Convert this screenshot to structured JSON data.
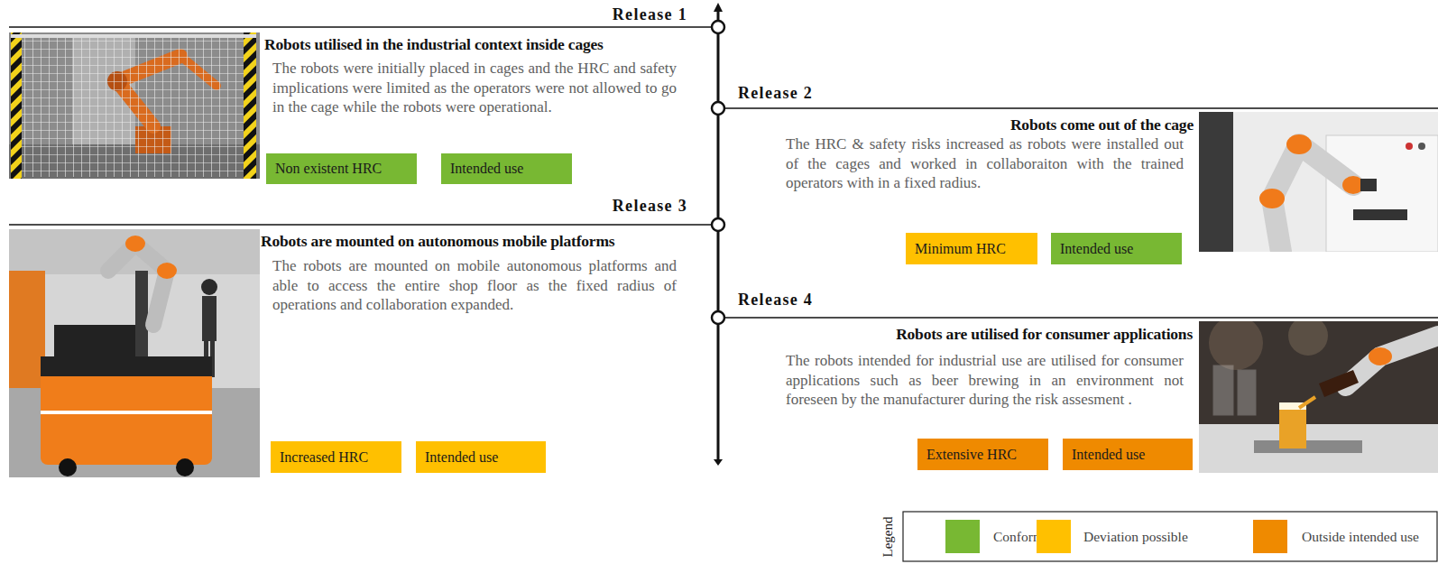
{
  "diagram": {
    "nodes": [
      {
        "text": [
          "Release 1",
          "Robots utilised in the industrial context inside cages",
          "The robots were initially placed in cages and the HRC and safety implications were limited as the operators were not allowed to go in the cage while the robots were operational."
        ]
      },
      {
        "text": [
          "Non existent HRC"
        ],
        "in": 0
      },
      {
        "text": [
          "Intended use"
        ],
        "in": 0
      },
      {
        "text": [
          "Release 2",
          "Robots come out of the cage",
          "The HRC & safety risks increased as robots were installed out of the cages and worked in collaboraiton with the trained operators with in a fixed radius."
        ]
      },
      {
        "text": [
          "Minimum HRC"
        ],
        "in": 3
      },
      {
        "text": [
          "Intended use"
        ],
        "in": 3
      },
      {
        "text": [
          "Release 3",
          "Robots are mounted on autonomous mobile platforms",
          "The robots are mounted on mobile autonomous platforms and able to access the entire shop floor as the fixed radius of operations and collaboration expanded."
        ]
      },
      {
        "text": [
          "Increased HRC"
        ],
        "in": 6
      },
      {
        "text": [
          "Intended use"
        ],
        "in": 6
      },
      {
        "text": [
          "Release 4",
          "Robots are utilised for consumer applications",
          "The robots intended for industrial use are utilised for consumer applications such as beer brewing in an environment not foreseen by the manufacturer during the risk assesment ."
        ]
      },
      {
        "text": [
          "Extensive HRC"
        ],
        "in": 9
      },
      {
        "text": [
          "Intended use"
        ],
        "in": 9
      }
    ],
    "labels": [
      "Legend"
    ],
    "legend": [
      {
        "text": "Conform",
        "color": "#78b833"
      },
      {
        "text": "Deviation possible",
        "color": "#ffc000"
      },
      {
        "text": "Outside intended use",
        "color": "#ef8a00"
      }
    ]
  }
}
